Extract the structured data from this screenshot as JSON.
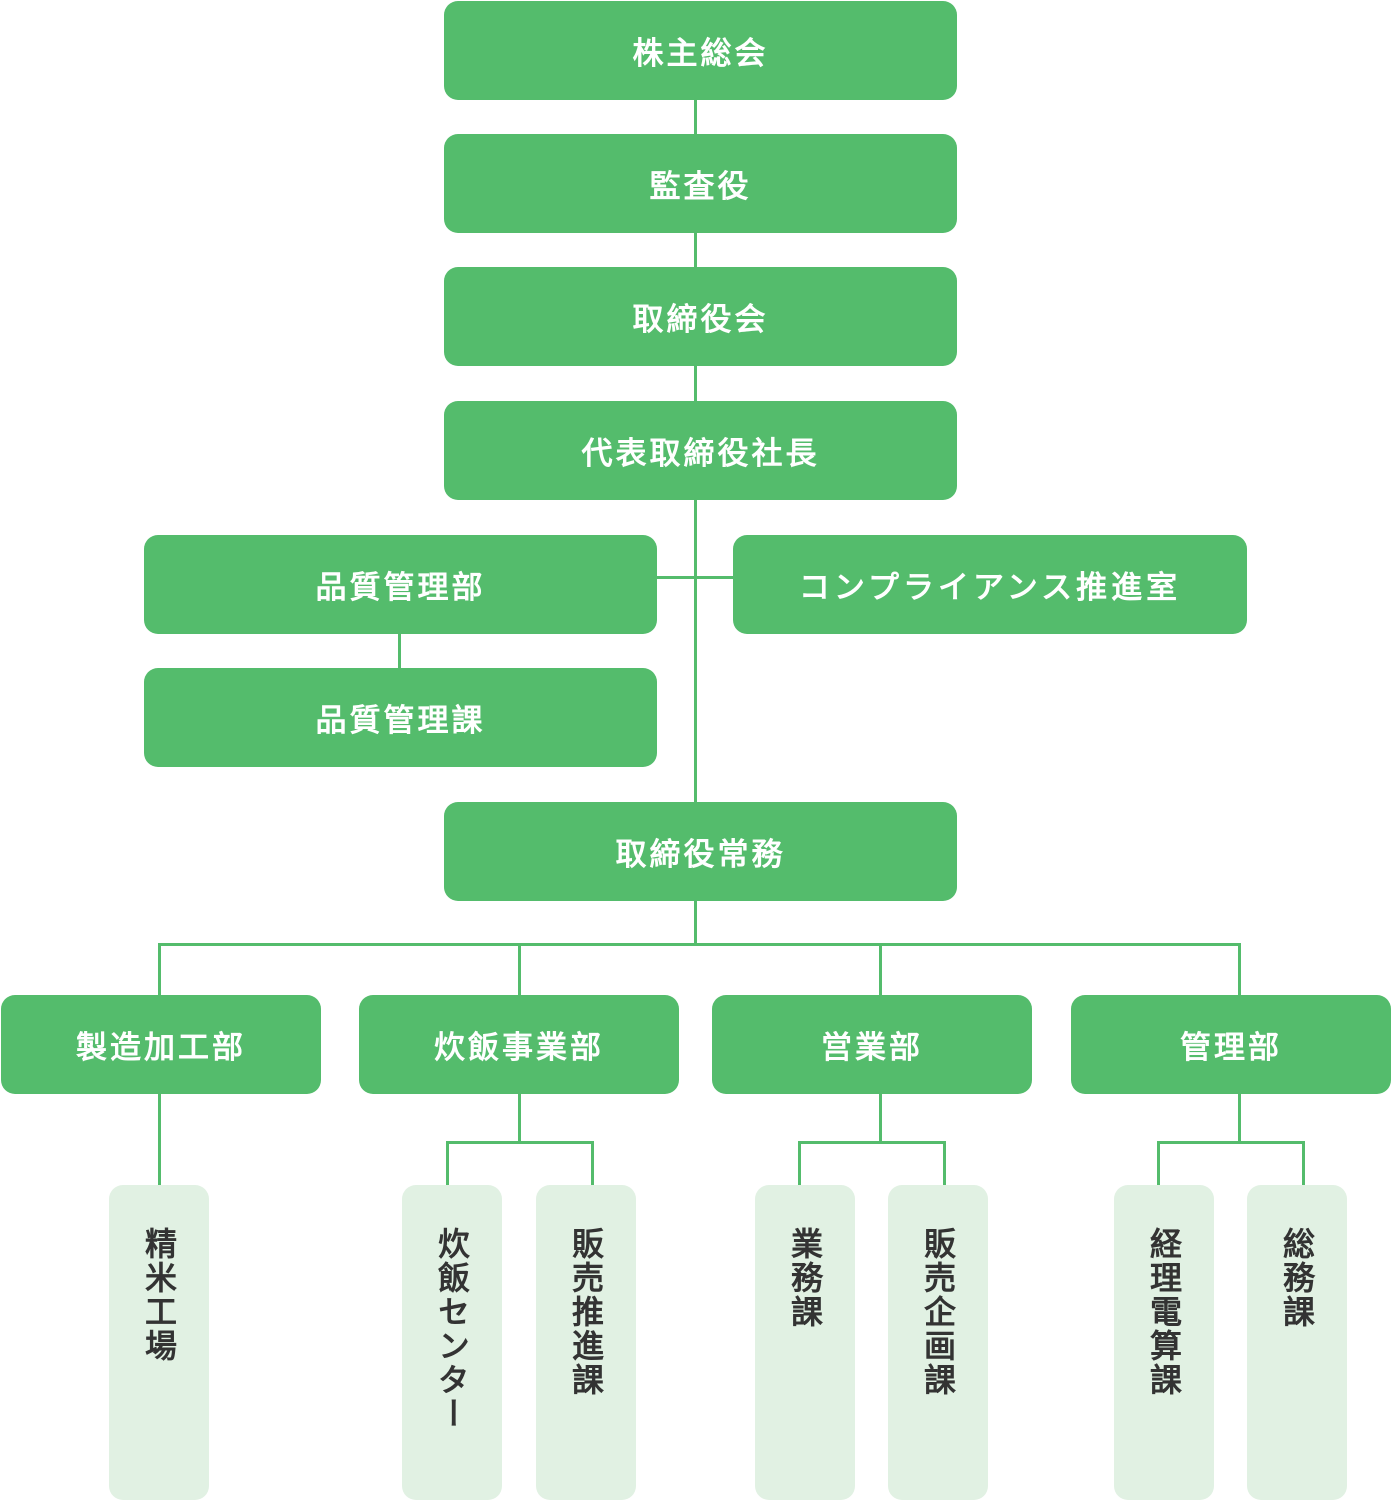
{
  "colors": {
    "node": "#54bc6c",
    "leaf": "#e1f1e3",
    "text_light": "#ffffff",
    "text_dark": "#333333"
  },
  "nodes": {
    "shareholders": "株主総会",
    "auditor": "監査役",
    "board": "取締役会",
    "president": "代表取締役社長",
    "qa_dept": "品質管理部",
    "qa_section": "品質管理課",
    "compliance": "コンプライアンス推進室",
    "managing_director": "取締役常務",
    "manufacturing": "製造加工部",
    "rice_business": "炊飯事業部",
    "sales": "営業部",
    "administration": "管理部"
  },
  "leaves": {
    "rice_mill": "精米工場",
    "rice_center": "炊飯センター",
    "sales_promotion": "販売推進課",
    "operations": "業務課",
    "sales_planning": "販売企画課",
    "accounting": "経理電算課",
    "general_affairs": "総務課"
  }
}
